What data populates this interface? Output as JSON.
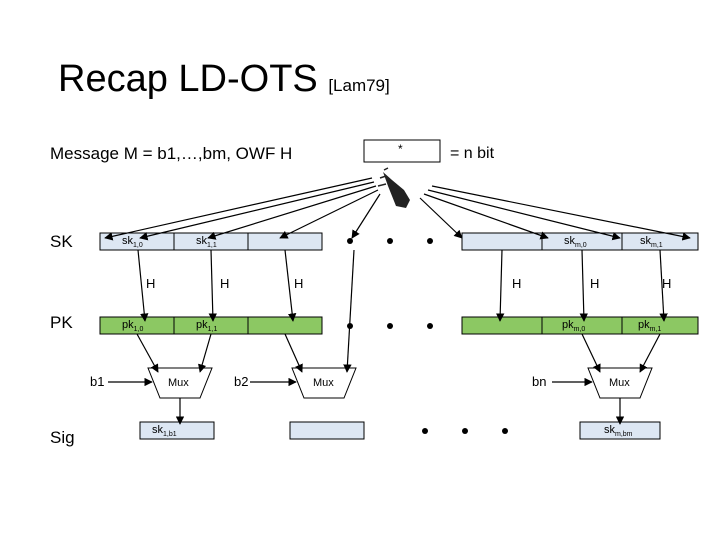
{
  "slide": {
    "title": "Recap LD-OTS",
    "citation": "[Lam79]"
  },
  "message": {
    "label": "Message",
    "text": "M = b1,…,bm, OWF H",
    "box_symbol": "*",
    "equals": "= n bit"
  },
  "rows": {
    "sk": "SK",
    "pk": "PK",
    "sig": "Sig"
  },
  "cells": {
    "sk_1_0": {
      "base": "sk",
      "sub": "1,0"
    },
    "sk_1_1": {
      "base": "sk",
      "sub": "1,1"
    },
    "sk_m_0": {
      "base": "sk",
      "sub": "m,0"
    },
    "sk_m_1": {
      "base": "sk",
      "sub": "m,1"
    },
    "pk_1_0": {
      "base": "pk",
      "sub": "1,0"
    },
    "pk_1_1": {
      "base": "pk",
      "sub": "1,1"
    },
    "pk_m_0": {
      "base": "pk",
      "sub": "m,0"
    },
    "pk_m_1": {
      "base": "pk",
      "sub": "m,1"
    },
    "sig_1": {
      "base": "sk",
      "sub": "1,b1"
    },
    "sig_m": {
      "base": "sk",
      "sub": "m,bm"
    }
  },
  "hash_label": "H",
  "mux_label": "Mux",
  "bits": {
    "b1": "b1",
    "b2": "b2",
    "bn": "bn"
  },
  "colors": {
    "sk_fill": "#dde7f3",
    "pk_fill": "#8cc863",
    "sig_fill": "#dde7f3",
    "stroke": "#000000"
  }
}
